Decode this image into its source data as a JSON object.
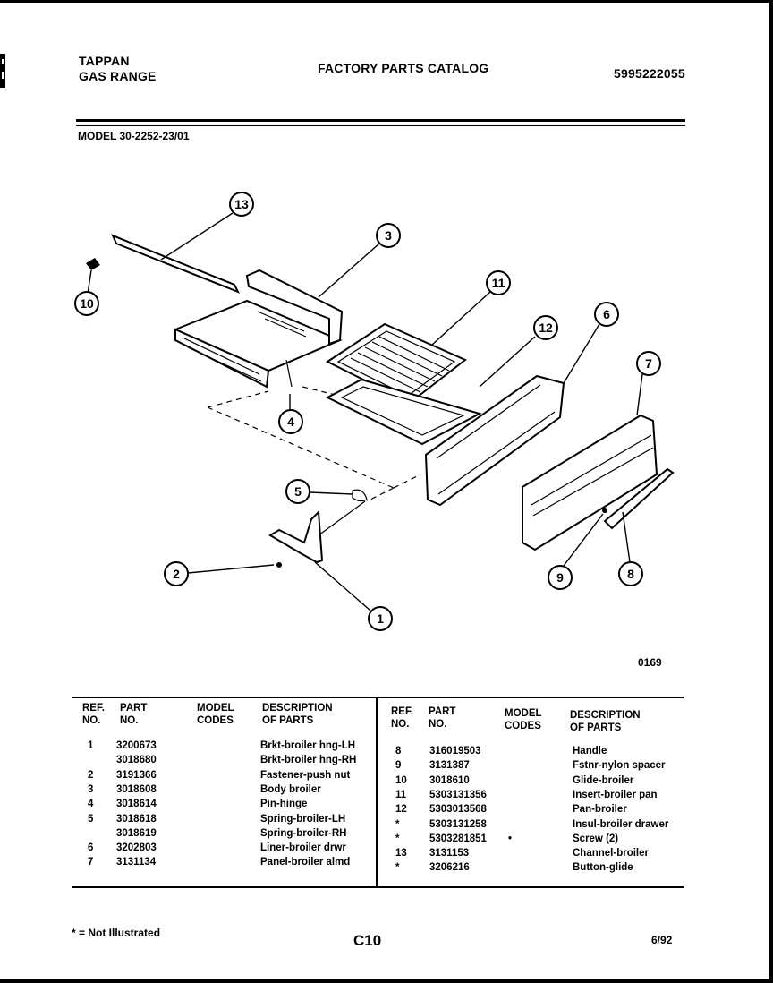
{
  "header": {
    "brand": "TAPPAN",
    "product": "GAS RANGE",
    "catalog_title": "FACTORY PARTS CATALOG",
    "catalog_number": "5995222055"
  },
  "model_line": "MODEL 30-2252-23/01",
  "diagram": {
    "code": "0169",
    "callouts": [
      "13",
      "3",
      "11",
      "12",
      "6",
      "7",
      "10",
      "4",
      "5",
      "2",
      "1",
      "9",
      "8"
    ]
  },
  "table": {
    "headers": {
      "ref": "REF.\nNO.",
      "part": "PART\nNO.",
      "model": "MODEL\nCODES",
      "desc": "DESCRIPTION\nOF PARTS"
    },
    "left_rows": [
      {
        "ref": "1",
        "part": "3200673",
        "model": "",
        "desc": "Brkt-broiler hng-LH"
      },
      {
        "ref": "",
        "part": "3018680",
        "model": "",
        "desc": "Brkt-broiler hng-RH"
      },
      {
        "ref": "2",
        "part": "3191366",
        "model": "",
        "desc": "Fastener-push nut"
      },
      {
        "ref": "3",
        "part": "3018608",
        "model": "",
        "desc": "Body broiler"
      },
      {
        "ref": "4",
        "part": "3018614",
        "model": "",
        "desc": "Pin-hinge"
      },
      {
        "ref": "5",
        "part": "3018618",
        "model": "",
        "desc": "Spring-broiler-LH"
      },
      {
        "ref": "",
        "part": "3018619",
        "model": "",
        "desc": "Spring-broiler-RH"
      },
      {
        "ref": "6",
        "part": "3202803",
        "model": "",
        "desc": "Liner-broiler drwr"
      },
      {
        "ref": "7",
        "part": "3131134",
        "model": "",
        "desc": "Panel-broiler almd"
      }
    ],
    "right_rows": [
      {
        "ref": "8",
        "part": "316019503",
        "model": "",
        "desc": "Handle"
      },
      {
        "ref": "9",
        "part": "3131387",
        "model": "",
        "desc": "Fstnr-nylon spacer"
      },
      {
        "ref": "10",
        "part": "3018610",
        "model": "",
        "desc": "Glide-broiler"
      },
      {
        "ref": "11",
        "part": "5303131356",
        "model": "",
        "desc": "Insert-broiler pan"
      },
      {
        "ref": "12",
        "part": "5303013568",
        "model": "",
        "desc": "Pan-broiler"
      },
      {
        "ref": "*",
        "part": "5303131258",
        "model": "",
        "desc": "Insul-broiler drawer"
      },
      {
        "ref": "*",
        "part": "5303281851",
        "model": "•",
        "desc": "Screw (2)"
      },
      {
        "ref": "13",
        "part": "3131153",
        "model": "",
        "desc": "Channel-broiler"
      },
      {
        "ref": "*",
        "part": "3206216",
        "model": "",
        "desc": "Button-glide"
      }
    ]
  },
  "footer": {
    "note": "* = Not Illustrated",
    "page": "C10",
    "date": "6/92"
  }
}
